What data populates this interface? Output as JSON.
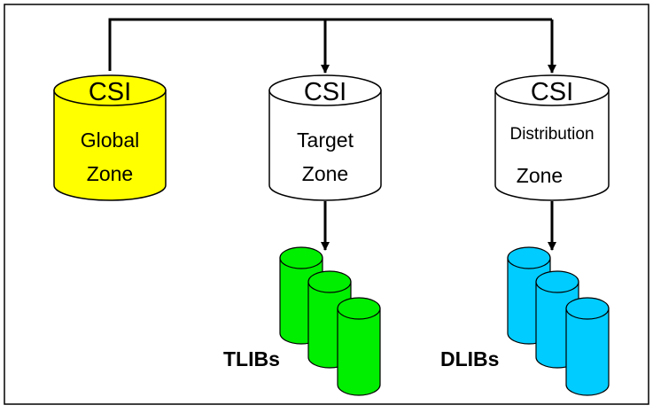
{
  "colors": {
    "global": "#ffff00",
    "target": "#ffffff",
    "distribution": "#ffffff",
    "tlibs": "#00ee00",
    "dlibs": "#00ccff",
    "stroke": "#000000"
  },
  "diagram": {
    "global": {
      "csi": "CSI",
      "line1": "Global",
      "line2": "Zone"
    },
    "target": {
      "csi": "CSI",
      "line1": "Target",
      "line2": "Zone"
    },
    "distribution": {
      "csi": "CSI",
      "line1": "Distribution",
      "line2": "Zone"
    },
    "tlibs": {
      "label": "TLIBs"
    },
    "dlibs": {
      "label": "DLIBs"
    }
  }
}
